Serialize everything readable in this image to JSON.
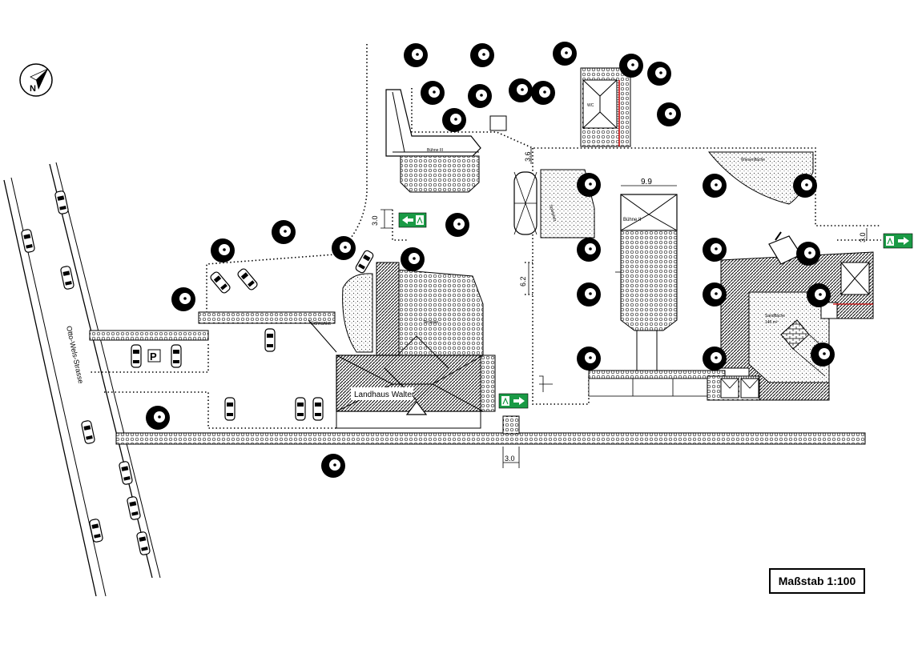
{
  "plan": {
    "street_name": "Otto-Wels-Strasse",
    "main_building_label": "Landhaus Walter",
    "stage_2_label": "Bühne II",
    "stage_3_label": "Bühne III",
    "barrier_label": "Schranke",
    "wc_label": "WC",
    "playground_label": "Spielplatz",
    "meadow_label": "Wiesenfläche",
    "sand_label": "Sandfläche",
    "sand_area_text": "140 m²",
    "terrace_label": "Terrasse",
    "dim_stage_width": "9.9",
    "dim_top_path": "3.6",
    "dim_middle_path": "6.2",
    "dim_left_exit": "3.0",
    "dim_right_exit": "3.0",
    "dim_bottom_exit": "3.0",
    "parking_sign": "P",
    "compass_letter": "N"
  },
  "scale_label": "Maßstab 1:100",
  "colors": {
    "exit_green": "#1a9a45",
    "line": "#000000",
    "red_line": "#cc0000"
  }
}
